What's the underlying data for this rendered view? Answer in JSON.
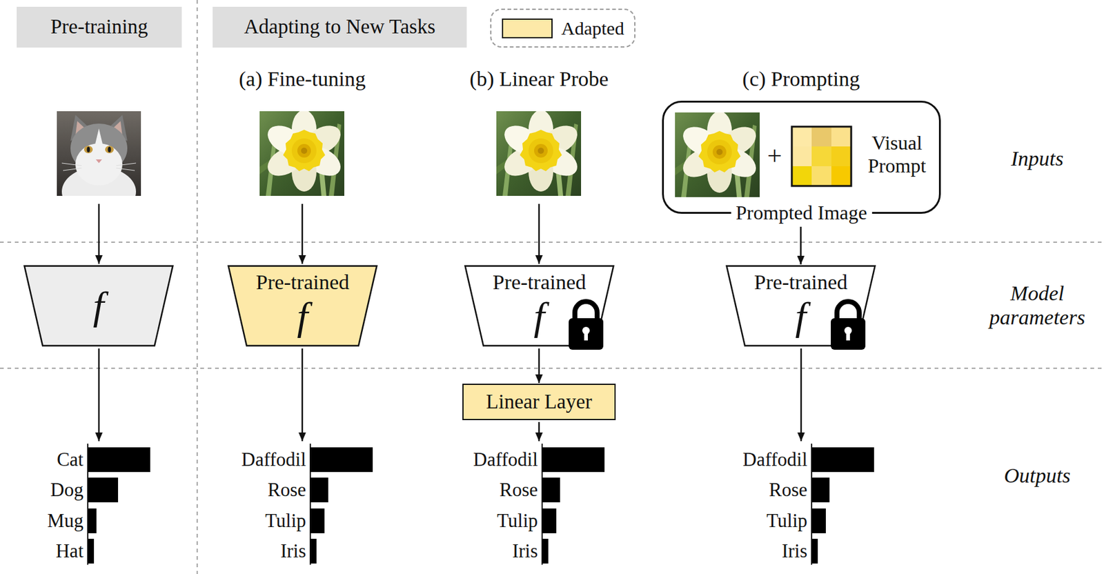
{
  "diagram": {
    "nodes": [
      {
        "text": [
          "Pre-training"
        ]
      },
      {
        "text": [
          "Adapting to New Tasks"
        ]
      },
      {
        "text": [
          "Prompted Image"
        ]
      },
      {
        "text": [
          "f"
        ]
      },
      {
        "text": [
          "Pre-trained",
          "f"
        ]
      },
      {
        "text": [
          "Pre-trained",
          "f"
        ]
      },
      {
        "text": [
          "Pre-trained",
          "f"
        ]
      },
      {
        "text": [
          "Linear Layer"
        ]
      }
    ],
    "edges": [
      {
        "from": 5,
        "to": 7,
        "arrow": "to"
      },
      {
        "from": 2,
        "to": 6,
        "arrow": "to"
      }
    ],
    "labels": [
      "(a) Fine-tuning",
      "(b) Linear Probe",
      "(c) Prompting",
      "+",
      "Visual Prompt",
      "Inputs",
      "Model parameters",
      "Outputs",
      "Cat",
      "Dog",
      "Mug",
      "Hat",
      "Daffodil",
      "Rose",
      "Tulip",
      "Iris",
      "Daffodil",
      "Rose",
      "Tulip",
      "Iris",
      "Daffodil",
      "Rose",
      "Tulip",
      "Iris"
    ],
    "legend": [
      {
        "text": "Adapted",
        "color": "#fde9a8"
      }
    ]
  }
}
